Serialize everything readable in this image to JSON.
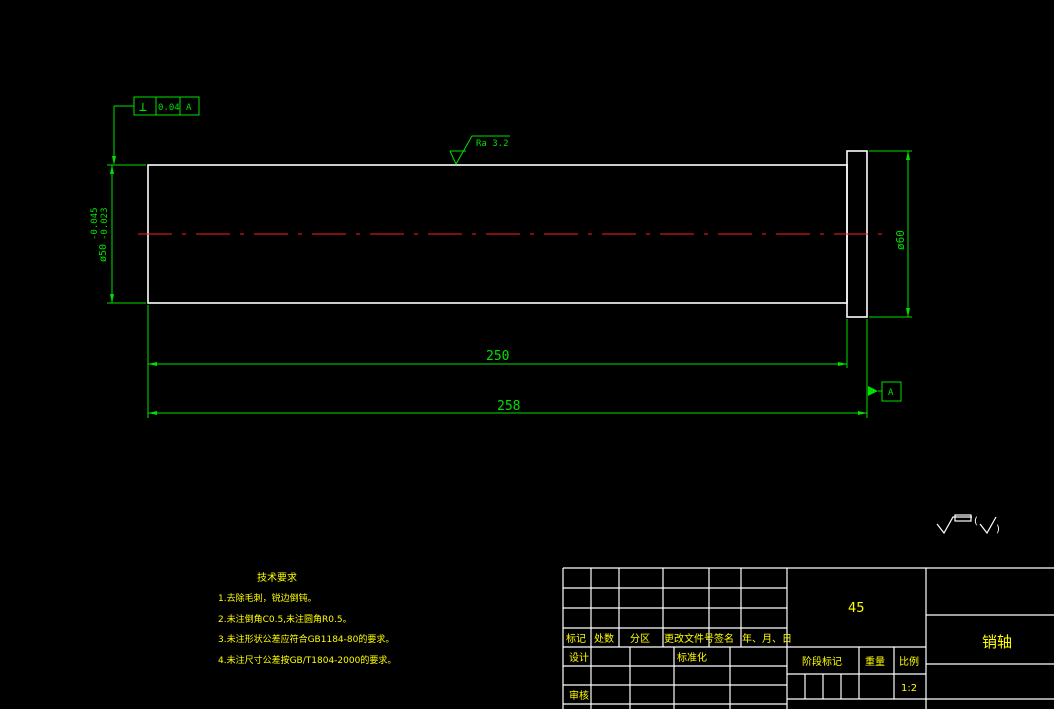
{
  "drawing": {
    "tolerance_frame": {
      "symbol": "⊥",
      "value": "0.04",
      "datum": "A"
    },
    "roughness": "Ra 3.2",
    "diameter_left": {
      "base": "ø50",
      "upper": "-0.045",
      "lower": "-0.023"
    },
    "diameter_right": "ø60",
    "dim_250": "250",
    "dim_258": "258",
    "datum_label": "A"
  },
  "tech_requirements": {
    "title": "技术要求",
    "items": [
      "1.去除毛刺，锐边倒钝。",
      "2.未注倒角C0.5,未注圆角R0.5。",
      "3.未注形状公差应符合GB1184-80的要求。",
      "4.未注尺寸公差按GB/T1804-2000的要求。"
    ]
  },
  "title_block": {
    "material": "45",
    "part_name": "销轴",
    "rev_headers": [
      "标记",
      "处数",
      "分区",
      "更改文件号",
      "签名",
      "年、月、日"
    ],
    "design": "设计",
    "standardize": "标准化",
    "review": "审核",
    "stage_mark": "阶段标记",
    "weight": "重量",
    "scale": "比例",
    "scale_value": "1:2"
  }
}
